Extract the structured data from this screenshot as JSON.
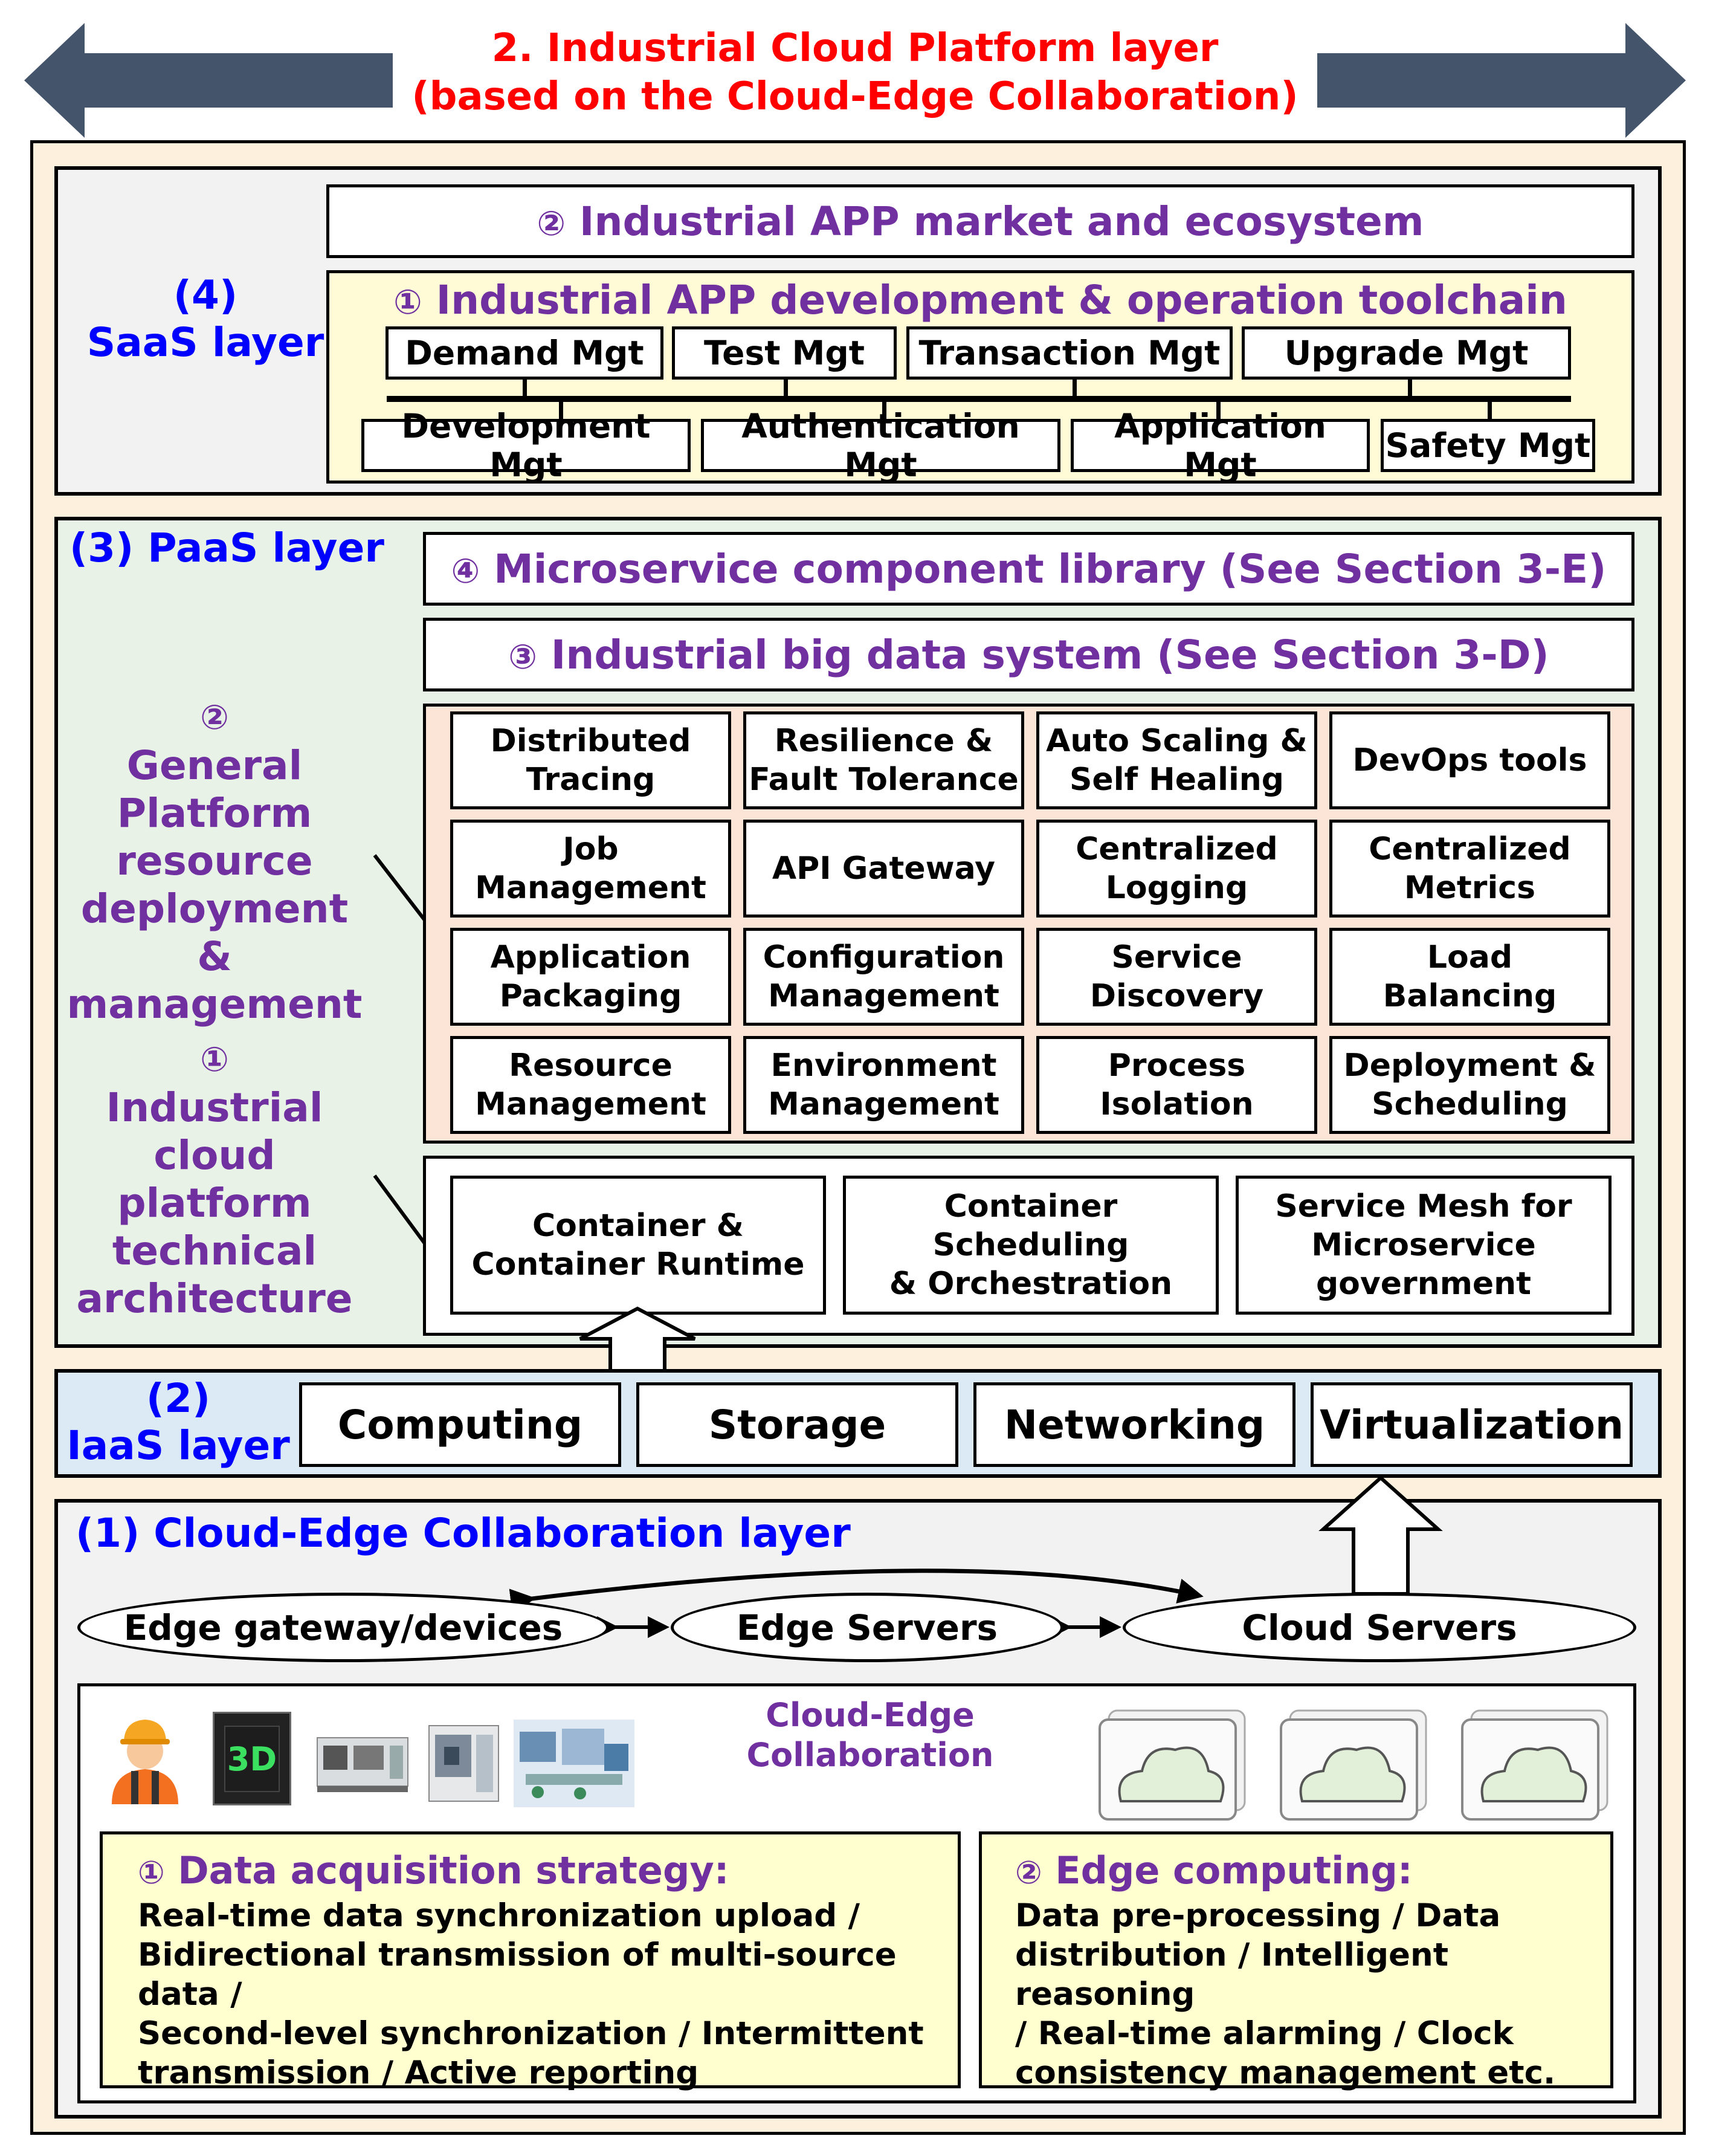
{
  "title": {
    "line1": "2. Industrial Cloud Platform layer",
    "line2": "(based on the Cloud-Edge Collaboration)"
  },
  "saas": {
    "label_num": "(4)",
    "label_name": "SaaS layer",
    "market": {
      "num": "②",
      "text": "Industrial APP market and ecosystem"
    },
    "toolchain": {
      "num": "①",
      "text": "Industrial APP development & operation toolchain",
      "top_row": [
        "Demand Mgt",
        "Test Mgt",
        "Transaction Mgt",
        "Upgrade Mgt"
      ],
      "bottom_row": [
        "Development Mgt",
        "Authentication Mgt",
        "Application Mgt",
        "Safety Mgt"
      ]
    }
  },
  "paas": {
    "label": "(3) PaaS layer",
    "microservice": {
      "num": "④",
      "text": "Microservice component library (See Section 3-E)"
    },
    "bigdata": {
      "num": "③",
      "text": "Industrial big data system (See Section 3-D)"
    },
    "general": {
      "num": "②",
      "lines": [
        "General",
        "Platform",
        "resource",
        "deployment &",
        "management"
      ]
    },
    "architecture": {
      "num": "①",
      "lines": [
        "Industrial",
        "cloud",
        "platform",
        "technical",
        "architecture"
      ]
    },
    "grid": [
      [
        [
          "Distributed",
          "Tracing"
        ],
        [
          "Resilience &",
          "Fault Tolerance"
        ],
        [
          "Auto Scaling &",
          "Self Healing"
        ],
        [
          "DevOps tools"
        ]
      ],
      [
        [
          "Job",
          "Management"
        ],
        [
          "API Gateway"
        ],
        [
          "Centralized",
          "Logging"
        ],
        [
          "Centralized",
          "Metrics"
        ]
      ],
      [
        [
          "Application",
          "Packaging"
        ],
        [
          "Configuration",
          "Management"
        ],
        [
          "Service",
          "Discovery"
        ],
        [
          "Load",
          "Balancing"
        ]
      ],
      [
        [
          "Resource",
          "Management"
        ],
        [
          "Environment",
          "Management"
        ],
        [
          "Process",
          "Isolation"
        ],
        [
          "Deployment &",
          "Scheduling"
        ]
      ]
    ],
    "runtime": [
      [
        "Container &",
        "Container Runtime"
      ],
      [
        "Container Scheduling",
        "& Orchestration"
      ],
      [
        "Service Mesh for",
        "Microservice",
        "government"
      ]
    ]
  },
  "iaas": {
    "label_num": "(2)",
    "label_name": "IaaS layer",
    "items": [
      "Computing",
      "Storage",
      "Networking",
      "Virtualization"
    ]
  },
  "cloud_edge": {
    "label": "(1) Cloud-Edge Collaboration layer",
    "nodes": [
      "Edge gateway/devices",
      "Edge Servers",
      "Cloud Servers"
    ],
    "collab_label": [
      "Cloud-Edge",
      "Collaboration"
    ],
    "device_3d_label": "3D",
    "data_acq": {
      "num": "①",
      "title": "Data acquisition strategy:",
      "lines": [
        "Real-time data synchronization upload /",
        "Bidirectional transmission of multi-source data /",
        "Second-level synchronization / Intermittent",
        "transmission / Active reporting"
      ]
    },
    "edge_comp": {
      "num": "②",
      "title": "Edge computing:",
      "lines": [
        "Data pre-processing / Data",
        "distribution / Intelligent reasoning",
        "/ Real-time alarming / Clock",
        "consistency management etc."
      ]
    }
  },
  "colors": {
    "title_red": "#ff0000",
    "label_blue": "#0000ff",
    "item_purple": "#7030a0",
    "arrow_slate": "#44546a",
    "frame_cream": "#fdf0dc",
    "saas_bg": "#f2f2f2",
    "toolchain_bg": "#fffbd6",
    "paas_bg": "#e8f2e6",
    "grid_bg": "#fce4d6",
    "iaas_bg": "#dceaf6",
    "cloud_edge_bg": "#f2f2f2",
    "strategy_bg": "#ffffd0"
  }
}
